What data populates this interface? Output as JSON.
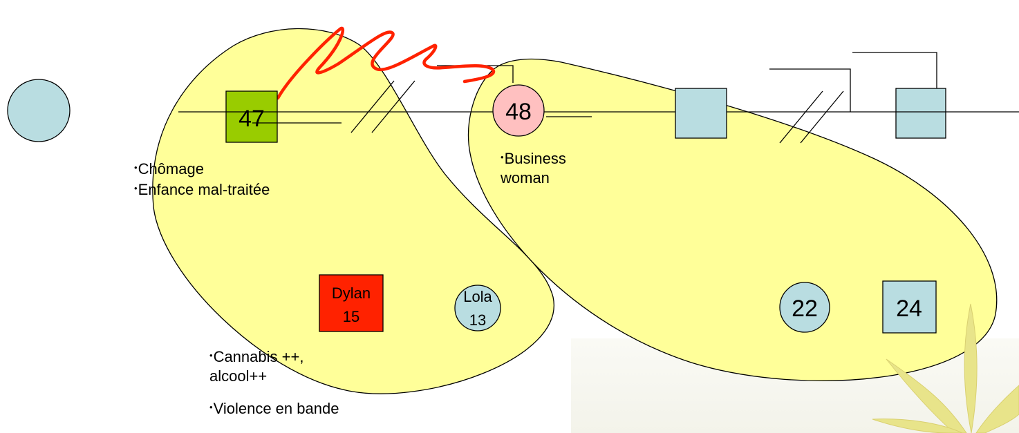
{
  "colors": {
    "bubble_fill": "#ffff99",
    "person_fill": "#b9dde1",
    "father_fill": "#99cc00",
    "mother_fill": "#ffc0c0",
    "dylan_fill": "#ff2200",
    "conflict_line": "#ff2200",
    "leaf": "#e8e48a"
  },
  "people": {
    "father": {
      "age": "47",
      "shape": "square"
    },
    "mother": {
      "age": "48",
      "shape": "circle"
    },
    "dylan": {
      "name": "Dylan",
      "age": "15",
      "shape": "square"
    },
    "lola": {
      "name": "Lola",
      "age": "13",
      "shape": "circle"
    },
    "half_sister": {
      "age": "22",
      "shape": "circle"
    },
    "half_brother": {
      "age": "24",
      "shape": "square"
    }
  },
  "notes": {
    "father": [
      "Chômage",
      "Enfance mal-traitée"
    ],
    "mother": [
      "Business woman"
    ],
    "dylan": [
      "Cannabis ++, alcool++",
      "Violence en bande"
    ]
  },
  "relations": {
    "conflict": "zigzag between 47 and 48",
    "divorces": [
      "47–48",
      "48–second partner"
    ]
  },
  "decor": {
    "icon": "cannabis-leaf-icon"
  }
}
